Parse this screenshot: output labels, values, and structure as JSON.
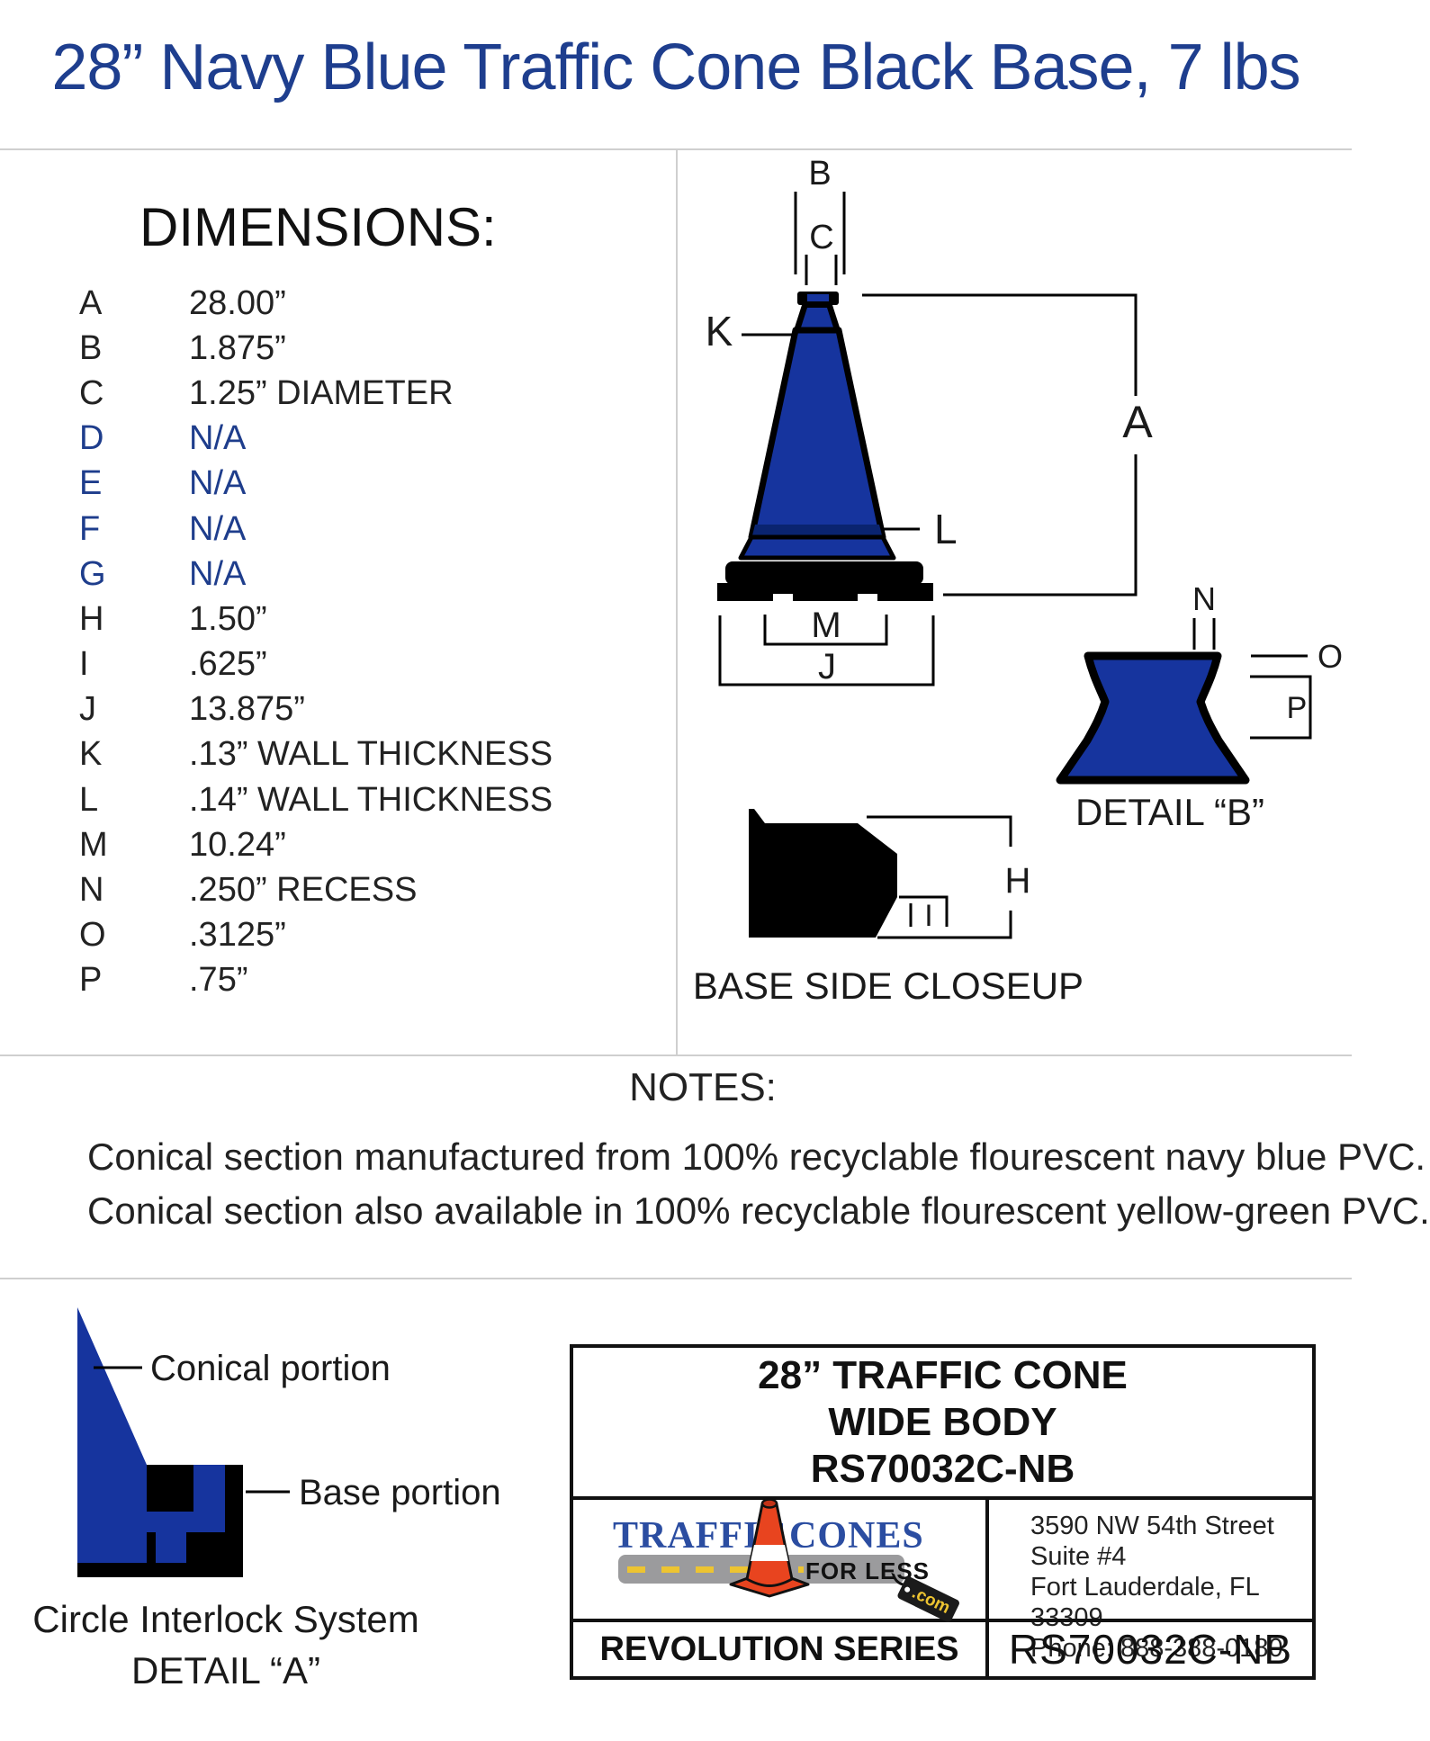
{
  "title": "28” Navy Blue Traffic Cone Black Base, 7 lbs",
  "dimensions": {
    "heading": "DIMENSIONS:",
    "rows": [
      {
        "letter": "A",
        "value": "28.00”",
        "na": false
      },
      {
        "letter": "B",
        "value": "1.875”",
        "na": false
      },
      {
        "letter": "C",
        "value": "1.25” DIAMETER",
        "na": false
      },
      {
        "letter": "D",
        "value": "N/A",
        "na": true
      },
      {
        "letter": "E",
        "value": "N/A",
        "na": true
      },
      {
        "letter": "F",
        "value": "N/A",
        "na": true
      },
      {
        "letter": "G",
        "value": "N/A",
        "na": true
      },
      {
        "letter": "H",
        "value": "1.50”",
        "na": false
      },
      {
        "letter": "I",
        "value": ".625”",
        "na": false
      },
      {
        "letter": "J",
        "value": "13.875”",
        "na": false
      },
      {
        "letter": "K",
        "value": ".13” WALL THICKNESS",
        "na": false
      },
      {
        "letter": "L",
        "value": ".14” WALL THICKNESS",
        "na": false
      },
      {
        "letter": "M",
        "value": "10.24”",
        "na": false
      },
      {
        "letter": "N",
        "value": ".250” RECESS",
        "na": false
      },
      {
        "letter": "O",
        "value": ".3125”",
        "na": false
      },
      {
        "letter": "P",
        "value": ".75”",
        "na": false
      }
    ]
  },
  "drawings": {
    "cone": {
      "labels": {
        "b": "B",
        "c": "C",
        "k": "K",
        "a": "A",
        "l": "L",
        "m": "M",
        "j": "J"
      }
    },
    "detail_b": {
      "caption": "DETAIL “B”",
      "n": "N",
      "o": "O",
      "p": "P"
    },
    "base_closeup": {
      "caption": "BASE SIDE CLOSEUP",
      "h": "H",
      "i": "I"
    }
  },
  "notes": {
    "heading": "NOTES:",
    "lines": [
      "Conical section manufactured from 100% recyclable flourescent navy blue PVC.",
      "Conical section also available in 100% recyclable flourescent yellow-green PVC."
    ]
  },
  "interlock": {
    "conical_label": "Conical portion",
    "base_label": "Base portion",
    "caption_line1": "Circle Interlock System",
    "caption_line2": "DETAIL “A”"
  },
  "title_block": {
    "product_lines": [
      "28” TRAFFIC CONE",
      "WIDE BODY",
      "RS70032C-NB"
    ],
    "logo": {
      "word1": "TRAFFIC",
      "word2": "CONES",
      "tagline": "FOR LESS",
      "tag": ".com"
    },
    "address_lines": [
      "3590 NW 54th Street",
      "Suite #4",
      "Fort Lauderdale, FL 33309",
      "Phone: 888-388-0180"
    ],
    "series": "REVOLUTION SERIES",
    "part_number": "RS70032C-NB"
  },
  "colors": {
    "title_navy": "#1e3e8e",
    "drawing_blue": "#16349e",
    "dark_band": "#0a2470",
    "na_blue": "#1e3d8c",
    "logo_blue": "#2b4da1",
    "road_gray": "#9b9b9d",
    "dash_yellow": "#edc431",
    "cone_red": "#e8441f",
    "line_gray": "#cfcfcf"
  }
}
